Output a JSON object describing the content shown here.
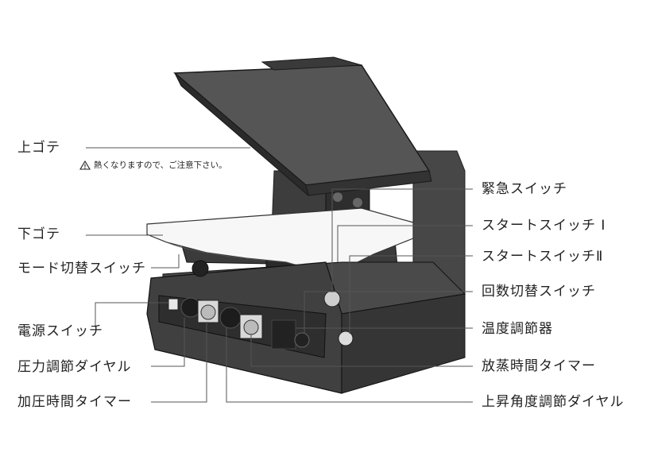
{
  "labels": {
    "upper_plate": "上ゴテ",
    "warning": "熱くなりますので、ご注意下さい。",
    "lower_plate": "下ゴテ",
    "mode_switch": "モード切替スイッチ",
    "power_switch": "電源スイッチ",
    "pressure_dial": "圧力調節ダイヤル",
    "press_timer": "加圧時間タイマー",
    "emergency_switch": "緊急スイッチ",
    "start_switch_1": "スタートスイッチ Ⅰ",
    "start_switch_2": "スタートスイッチⅡ",
    "count_switch": "回数切替スイッチ",
    "temp_controller": "温度調節器",
    "steam_timer": "放蒸時間タイマー",
    "lift_dial": "上昇角度調節ダイヤル"
  },
  "icons": {
    "warning": "warning-triangle-icon"
  },
  "colors": {
    "line": "#555555",
    "body_dark": "#3a3a3a",
    "plate": "#4a4a4a"
  }
}
